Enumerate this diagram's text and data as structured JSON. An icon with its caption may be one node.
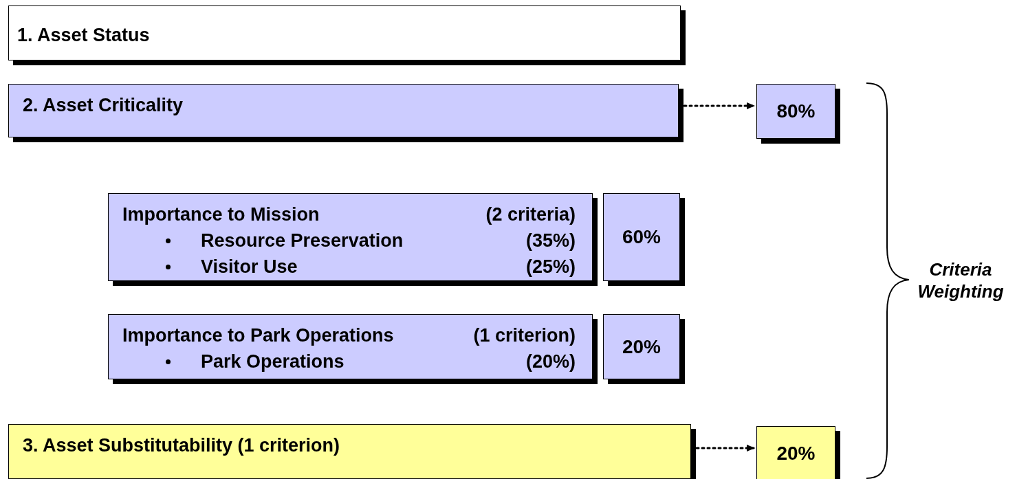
{
  "diagram": {
    "nodes": [
      {
        "text": [
          "1. Asset Status"
        ]
      },
      {
        "text": [
          "2. Asset Criticality"
        ]
      },
      {
        "text": [
          "80%"
        ]
      },
      {
        "text": [
          "Importance to Mission",
          "(2 criteria)",
          "Resource Preservation",
          "(35%)",
          "Visitor Use",
          "(25%)"
        ]
      },
      {
        "text": [
          "60%"
        ]
      },
      {
        "text": [
          "Importance to Park Operations",
          "(1 criterion)",
          "Park Operations",
          "(20%)"
        ]
      },
      {
        "text": [
          "20%"
        ]
      },
      {
        "text": [
          "3. Asset Substitutability (1 criterion)"
        ]
      },
      {
        "text": [
          "20%"
        ]
      }
    ],
    "edges": [
      {
        "from": 1,
        "to": 2,
        "arrow": "to",
        "style": "dashed"
      },
      {
        "from": 7,
        "to": 8,
        "arrow": "to",
        "style": "dashed"
      }
    ],
    "labels": [
      "Criteria Weighting"
    ]
  }
}
